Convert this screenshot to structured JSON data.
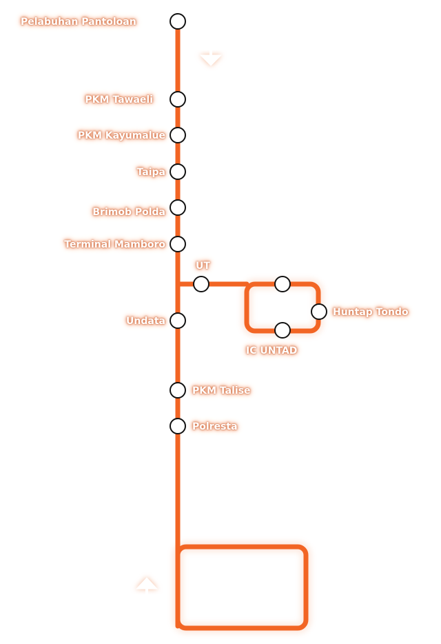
{
  "colors": {
    "route": "#f26524",
    "route_glow": "#f7a57c",
    "stop_fill": "#ffffff",
    "stop_stroke": "#111111",
    "arrow": "#ffffff",
    "arrow_glow": "#f4b899"
  },
  "stops": [
    {
      "id": "pelabuhan-pantoloan",
      "label": "Pelabuhan Pantoloan"
    },
    {
      "id": "pkm-tawaeli",
      "label": "PKM Tawaeli"
    },
    {
      "id": "pkm-kayumalue",
      "label": "PKM Kayumalue"
    },
    {
      "id": "taipa",
      "label": "Taipa"
    },
    {
      "id": "brimob-polda",
      "label": "Brimob Polda"
    },
    {
      "id": "terminal-mamboro",
      "label": "Terminal Mamboro"
    },
    {
      "id": "ut",
      "label": "UT"
    },
    {
      "id": "loop-top",
      "label": ""
    },
    {
      "id": "huntap-tondo",
      "label": "Huntap Tondo"
    },
    {
      "id": "ic-untad",
      "label": "IC UNTAD"
    },
    {
      "id": "undata",
      "label": "Undata"
    },
    {
      "id": "pkm-talise",
      "label": "PKM Talise"
    },
    {
      "id": "polresta",
      "label": "Polresta"
    }
  ],
  "arrows": [
    {
      "id": "southbound",
      "direction": "down"
    },
    {
      "id": "northbound",
      "direction": "up"
    }
  ]
}
